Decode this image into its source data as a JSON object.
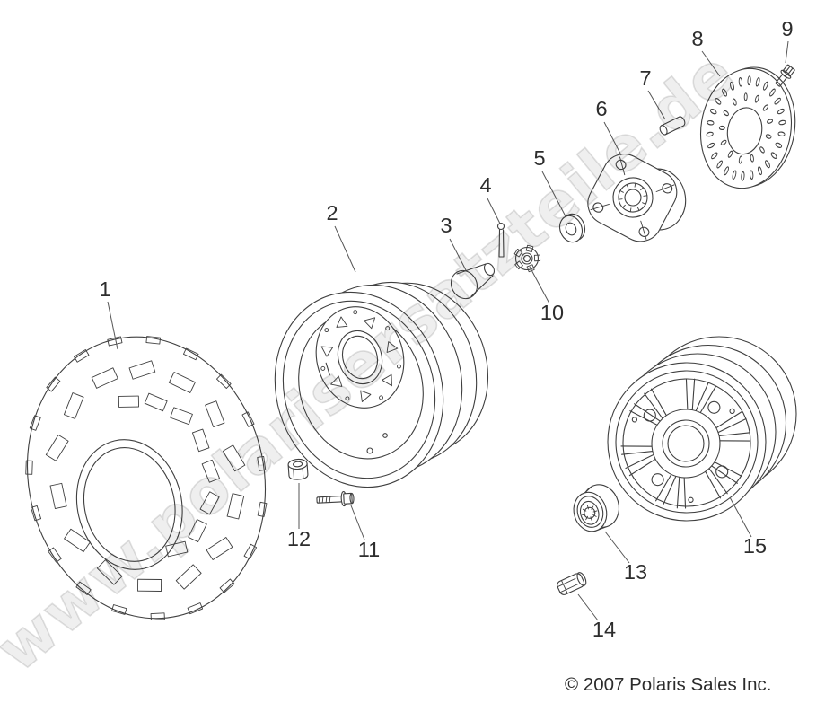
{
  "diagram": {
    "watermark": "www.polarisersatzteile.de",
    "copyright": "© 2007 Polaris Sales Inc."
  },
  "parts": [
    {
      "number": "1"
    },
    {
      "number": "2"
    },
    {
      "number": "3"
    },
    {
      "number": "4"
    },
    {
      "number": "5"
    },
    {
      "number": "6"
    },
    {
      "number": "7"
    },
    {
      "number": "8"
    },
    {
      "number": "9"
    },
    {
      "number": "10"
    },
    {
      "number": "11"
    },
    {
      "number": "12"
    },
    {
      "number": "13"
    },
    {
      "number": "14"
    },
    {
      "number": "15"
    }
  ],
  "colors": {
    "background": "#ffffff",
    "line": "#3f3f3f",
    "leader_line": "#555555",
    "label_text": "#2d2d2d",
    "watermark": "#e9e9e9"
  }
}
